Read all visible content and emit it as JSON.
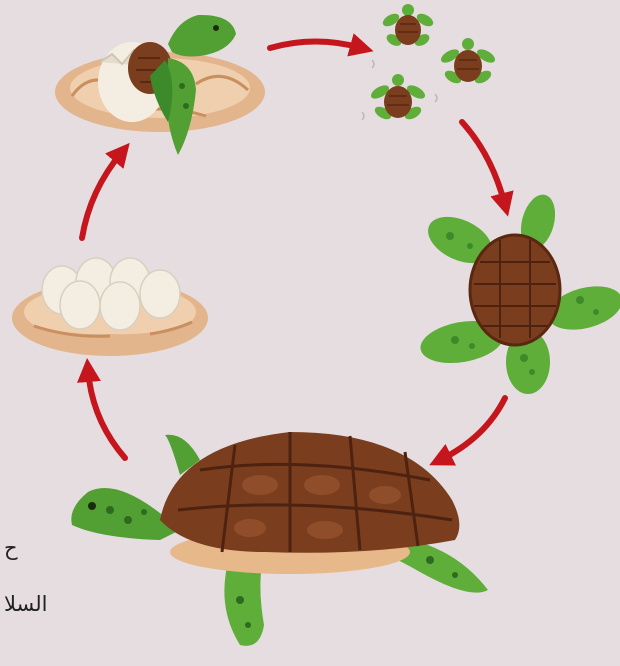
{
  "diagram": {
    "stages": [
      {
        "id": "hatching",
        "icon": "hatching-turtle-icon"
      },
      {
        "id": "hatchlings",
        "icon": "baby-turtles-icon"
      },
      {
        "id": "juvenile",
        "icon": "juvenile-turtle-icon"
      },
      {
        "id": "adult",
        "icon": "adult-turtle-icon"
      },
      {
        "id": "eggs",
        "icon": "egg-nest-icon"
      }
    ],
    "arrow_color": "#c4161c",
    "background": "#e5dde0"
  },
  "text": {
    "line1": "ح",
    "line2": "السلا"
  }
}
